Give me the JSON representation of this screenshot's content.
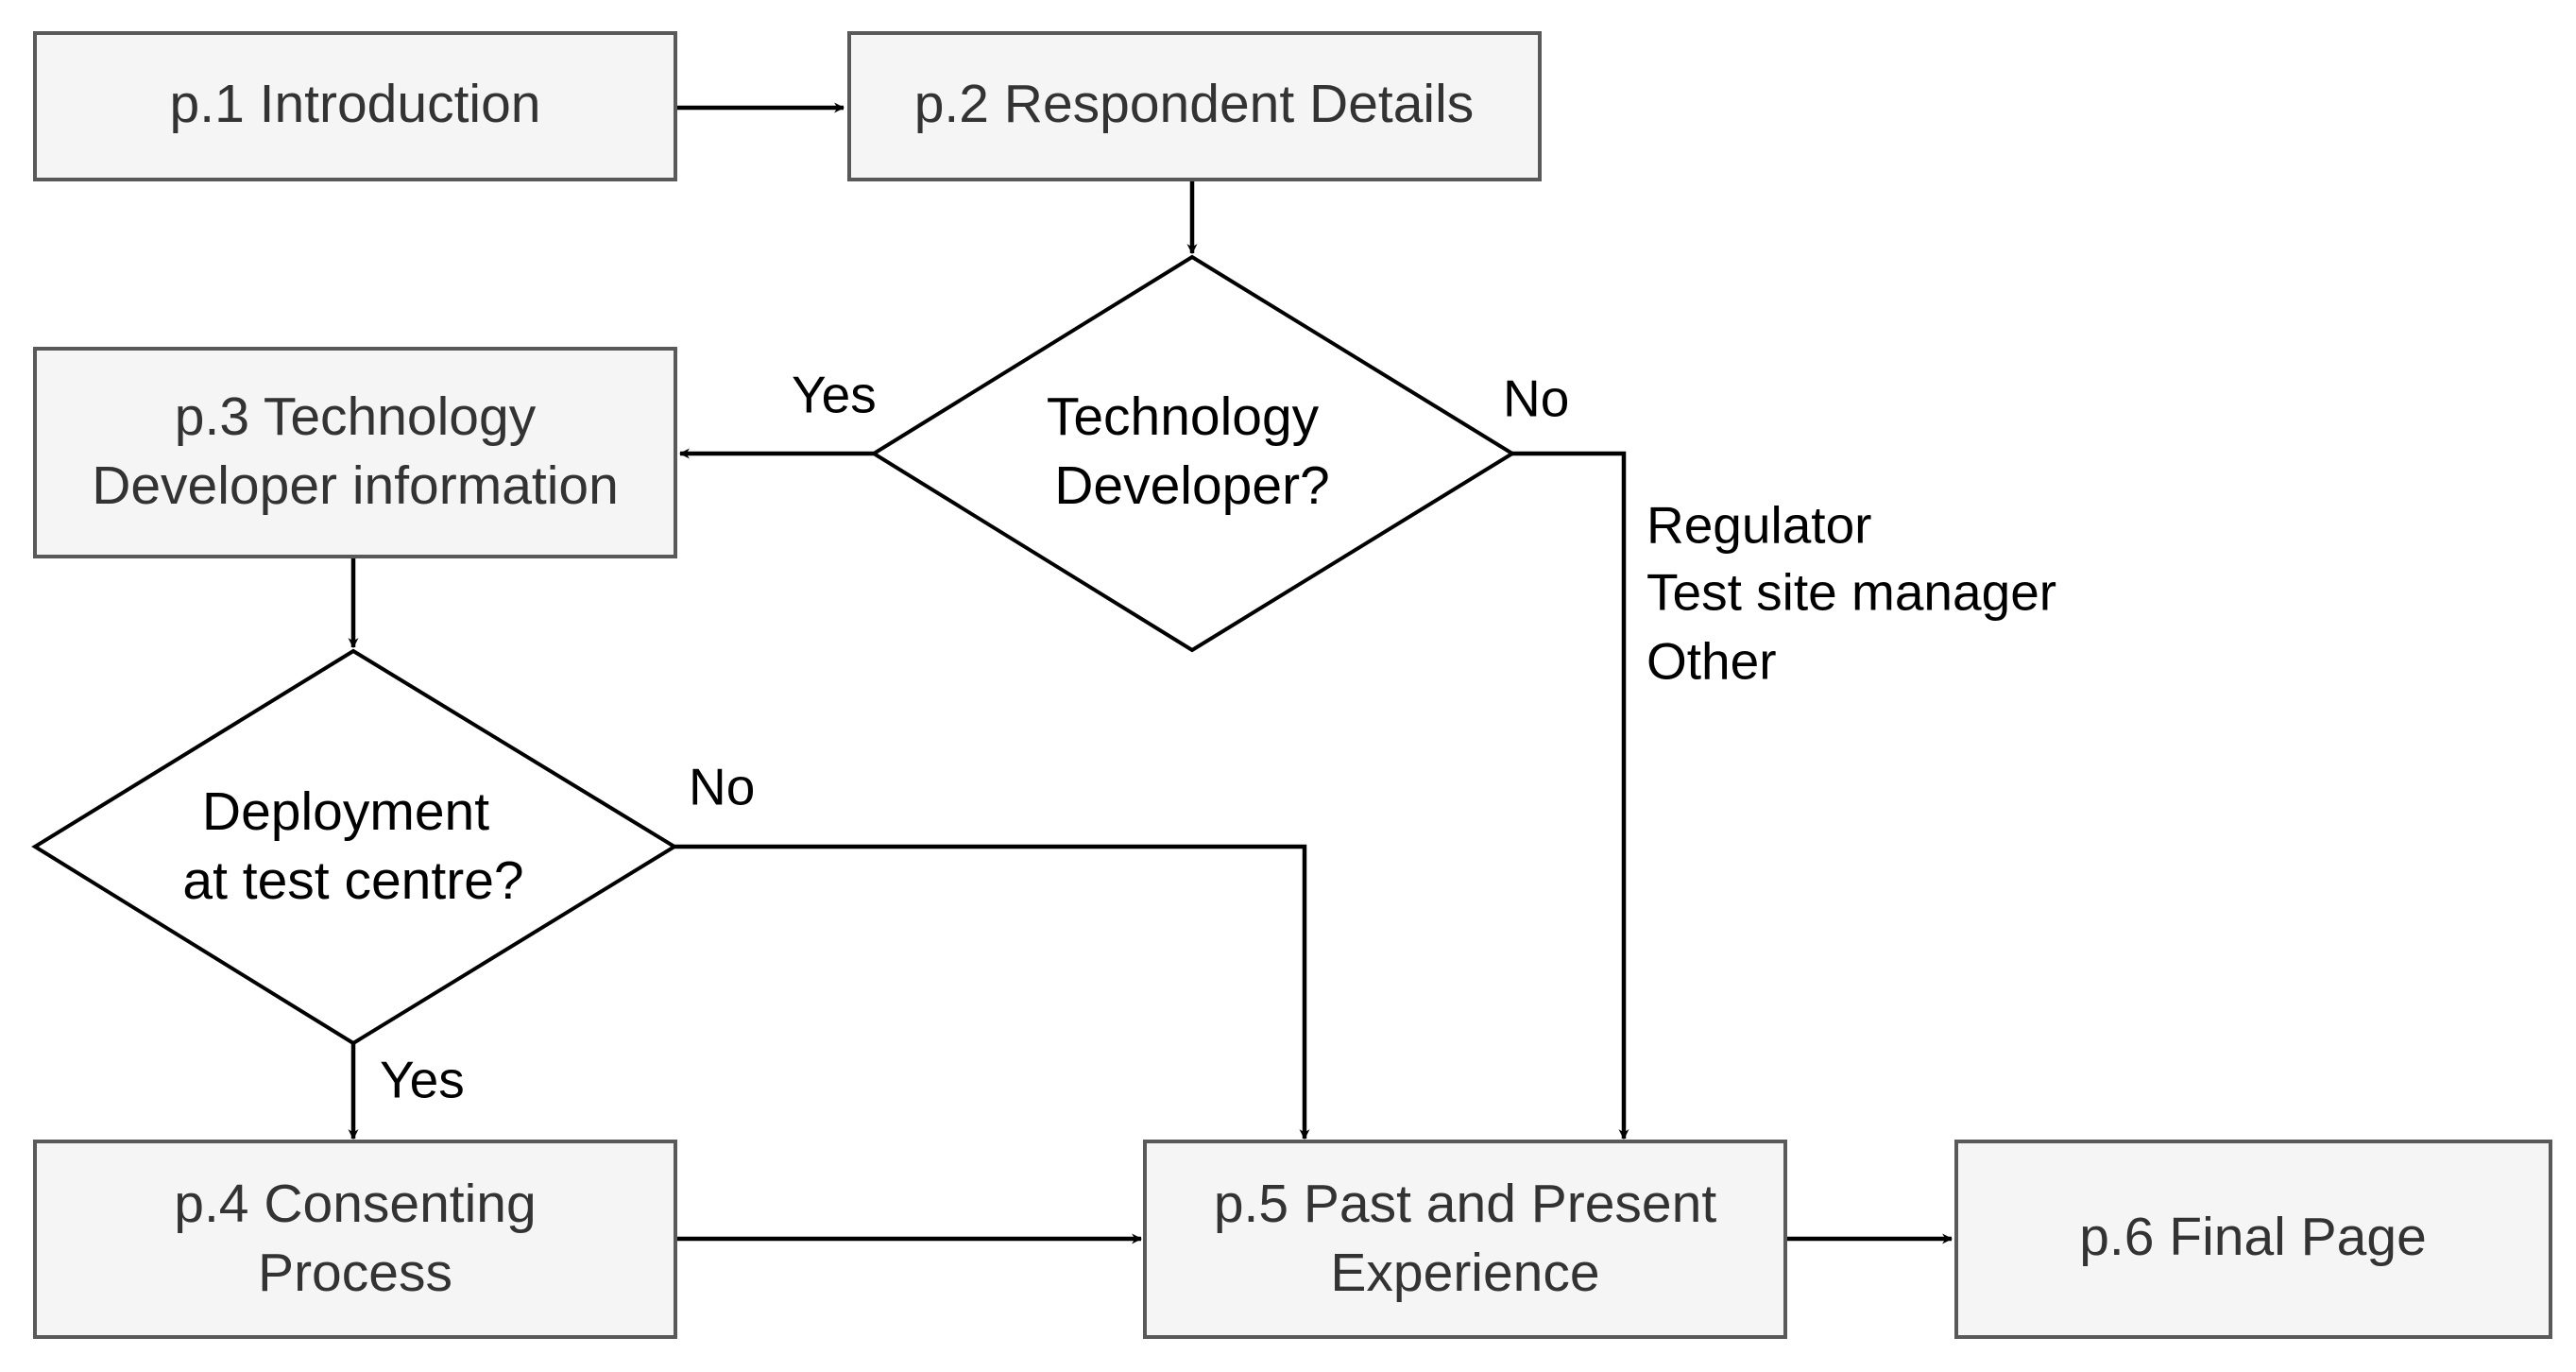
{
  "nodes": {
    "intro": {
      "lines": [
        "p.1 Introduction"
      ]
    },
    "respondent": {
      "lines": [
        "p.2 Respondent Details"
      ]
    },
    "tech_dev_info": {
      "lines": [
        "p.3 Technology",
        "Developer information"
      ]
    },
    "consenting": {
      "lines": [
        "p.4 Consenting",
        "Process"
      ]
    },
    "past_present": {
      "lines": [
        "p.5 Past and Present",
        "Experience"
      ]
    },
    "final": {
      "lines": [
        "p.6 Final Page"
      ]
    }
  },
  "decisions": {
    "tech_developer": {
      "lines": [
        "Technology",
        "Developer?"
      ]
    },
    "deployment": {
      "lines": [
        "Deployment",
        "at test centre?"
      ]
    }
  },
  "edge_labels": {
    "tech_yes": "Yes",
    "tech_no": "No",
    "deploy_no": "No",
    "deploy_yes": "Yes",
    "other_roles": [
      "Regulator",
      "Test site manager",
      "Other"
    ]
  },
  "colors": {
    "box_fill": "#f5f5f5",
    "box_stroke": "#595959",
    "box_text": "#333333",
    "line": "#000000"
  }
}
